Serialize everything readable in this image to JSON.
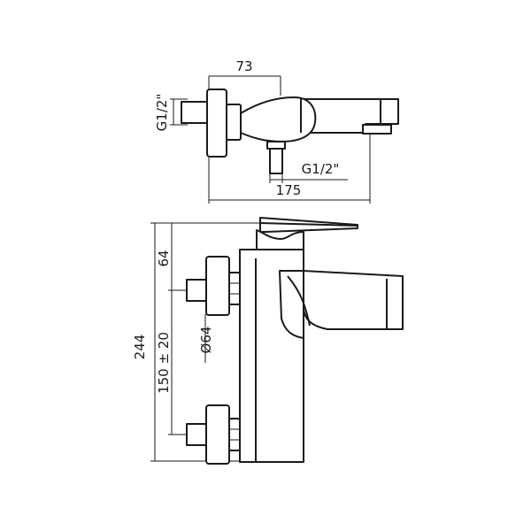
{
  "top_view": {
    "dim_width_top": "73",
    "dim_thread_left": "G1/2\"",
    "dim_thread_bottom": "G1/2\"",
    "dim_total_length": "175"
  },
  "side_view": {
    "dim_height_total": "244",
    "dim_top_offset": "64",
    "dim_center_distance": "150 ± 20",
    "dim_flange_diameter": "Ø64"
  }
}
